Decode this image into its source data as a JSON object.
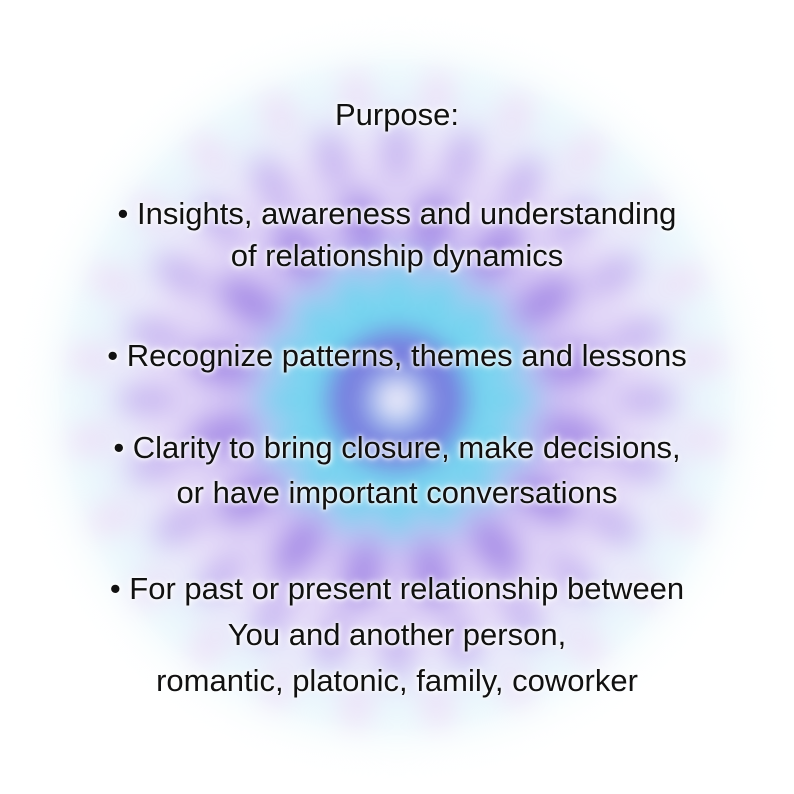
{
  "title": "Purpose:",
  "items": [
    {
      "lines": [
        "• Insights, awareness and understanding",
        "of relationship dynamics"
      ]
    },
    {
      "lines": [
        "• Recognize patterns, themes and lessons"
      ]
    },
    {
      "lines": [
        "• Clarity to bring closure, make decisions,",
        "or have important conversations"
      ]
    },
    {
      "lines": [
        "• For past or present relationship between",
        "You and another person,",
        "romantic,  platonic, family, coworker"
      ]
    }
  ],
  "colors": {
    "text": "#111111",
    "mandala_cyan": "#5fd6ee",
    "mandala_lavender": "#a58be8",
    "mandala_violet": "#7a55d8",
    "mandala_pink": "#f0c8f2",
    "background": "#ffffff"
  }
}
